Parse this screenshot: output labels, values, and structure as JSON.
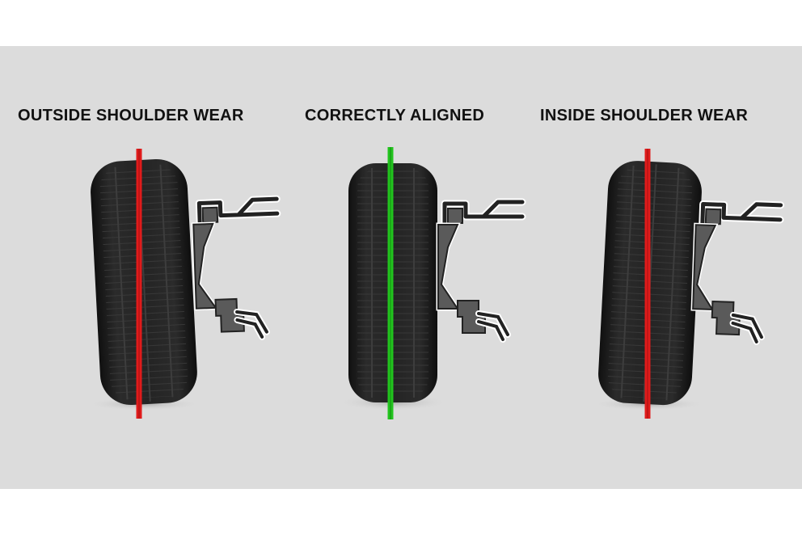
{
  "colors": {
    "background": "#dcdcdc",
    "page": "#ffffff",
    "tire": "#1e1e1e",
    "tread_line": "#3a3a3a",
    "suspension_fill": "#5a5a5a",
    "suspension_stroke": "#ffffff",
    "misaligned_line": "#e01b1b",
    "aligned_line": "#22c41e"
  },
  "panels": [
    {
      "label": "OUTSIDE SHOULDER WEAR",
      "line_color": "red",
      "tilt": "outward",
      "line_icon": "misalignment-line"
    },
    {
      "label": "CORRECTLY ALIGNED",
      "line_color": "green",
      "tilt": "none",
      "line_icon": "alignment-line"
    },
    {
      "label": "INSIDE SHOULDER WEAR",
      "line_color": "red",
      "tilt": "inward",
      "line_icon": "misalignment-line"
    }
  ]
}
